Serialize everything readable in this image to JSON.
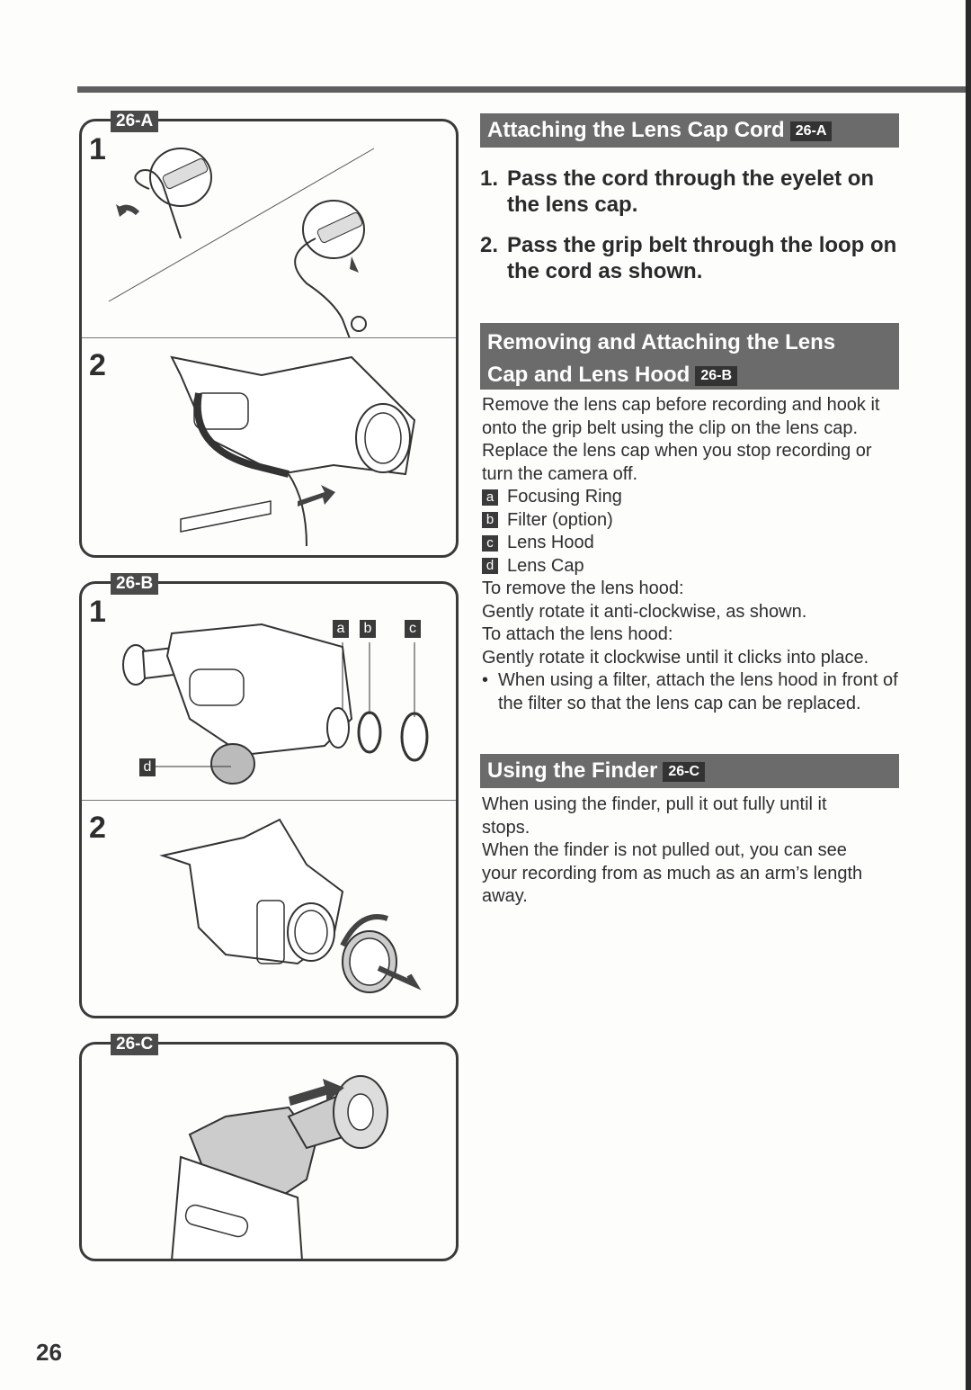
{
  "page": {
    "number": "26"
  },
  "figures": [
    {
      "tag": "26-A",
      "steps": [
        "1",
        "2"
      ]
    },
    {
      "tag": "26-B",
      "steps": [
        "1",
        "2"
      ],
      "callouts": [
        "a",
        "b",
        "c",
        "d"
      ]
    },
    {
      "tag": "26-C"
    }
  ],
  "sections": {
    "lens_cap_cord": {
      "title": "Attaching the Lens Cap Cord",
      "ref": "26-A",
      "steps": [
        {
          "num": "1.",
          "text": "Pass the cord through the eyelet on the lens cap."
        },
        {
          "num": "2.",
          "text": "Pass the grip belt through the loop on the cord as shown."
        }
      ]
    },
    "lens_hood": {
      "title_line1": "Removing and Attaching the Lens",
      "title_line2": "Cap and Lens Hood",
      "ref": "26-B",
      "intro": "Remove the lens cap before recording and hook it onto the grip belt using the clip on the lens cap. Replace the lens cap when you stop recording or turn the camera off.",
      "legend": [
        {
          "key": "a",
          "label": "Focusing Ring"
        },
        {
          "key": "b",
          "label": "Filter (option)"
        },
        {
          "key": "c",
          "label": "Lens Hood"
        },
        {
          "key": "d",
          "label": "Lens Cap"
        }
      ],
      "remove_heading": "To remove the lens hood:",
      "remove_text": "Gently rotate it anti-clockwise, as shown.",
      "attach_heading": "To attach the lens hood:",
      "attach_text": "Gently rotate it clockwise until it clicks into place.",
      "bullet": "When using a filter, attach the lens hood in front of the filter so that the lens cap can be replaced."
    },
    "finder": {
      "title": "Using the Finder",
      "ref": "26-C",
      "para1": "When using the finder, pull it out fully until it stops.",
      "para2": "When the finder is not pulled out, you can see your recording from as much as an arm’s length away."
    }
  }
}
